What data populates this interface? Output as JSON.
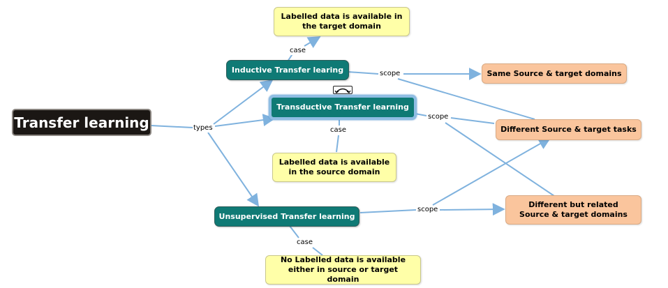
{
  "nodes": {
    "root": "Transfer learning",
    "inductive": "Inductive Transfer learing",
    "transductive": "Transductive Transfer learning",
    "unsupervised": "Unsupervised Transfer learning",
    "labelled_target": "Labelled data is available in the target domain",
    "labelled_source": "Labelled data is available in the source domain",
    "no_labelled": "No Labelled data is available either in source or target domain",
    "same_domains": "Same Source & target domains",
    "different_tasks": "Different Source & target tasks",
    "different_related": "Different but related Source & target domains"
  },
  "link_labels": {
    "types": "types",
    "case_inductive": "case",
    "case_transductive": "case",
    "case_unsupervised": "case",
    "scope_inductive": "scope",
    "scope_transductive": "scope",
    "scope_unsupervised": "scope"
  },
  "colors": {
    "root_fill": "#1b1714",
    "concept_fill": "#0f7a75",
    "case_fill": "#ffffa8",
    "scope_fill": "#fac59d",
    "link": "#7fb2de",
    "selection": "#8fbde3"
  }
}
